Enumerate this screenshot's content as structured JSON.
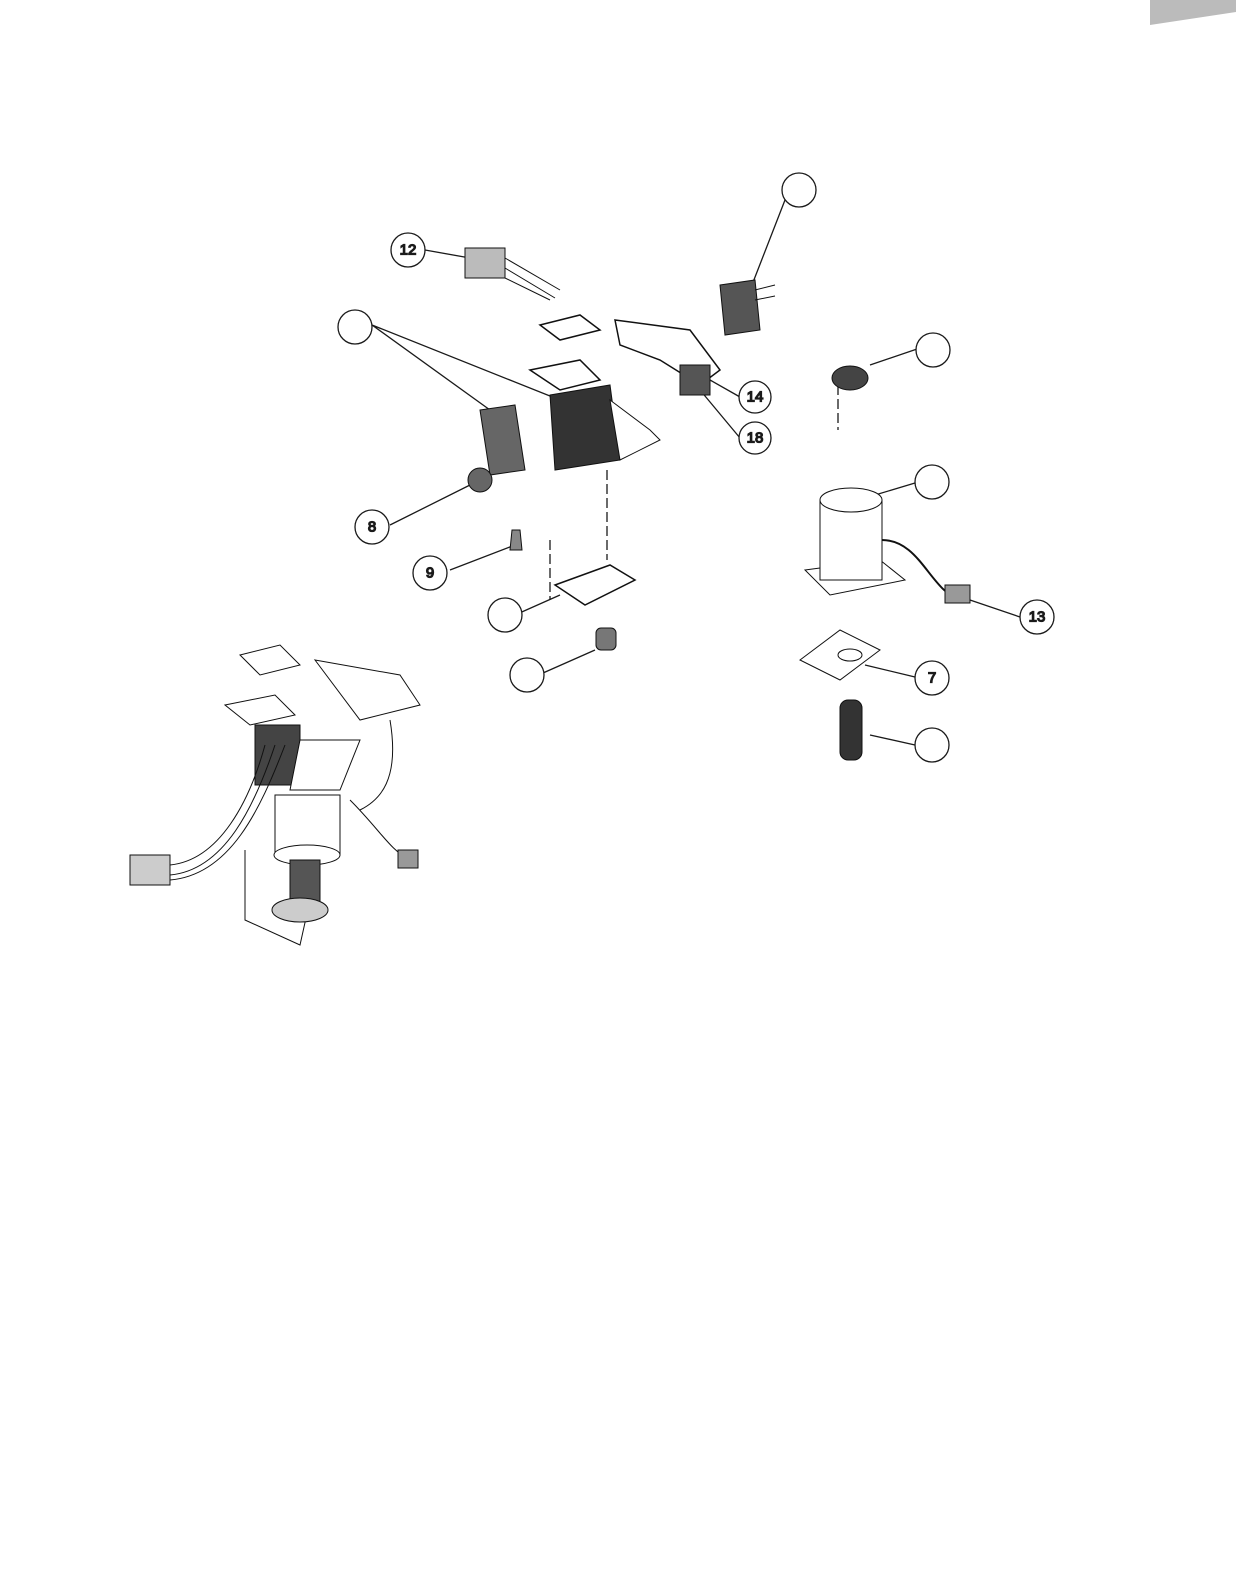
{
  "diagram": {
    "type": "exploded-parts-view",
    "callouts": [
      {
        "id": "c12",
        "label": "12"
      },
      {
        "id": "c14",
        "label": "14"
      },
      {
        "id": "c18",
        "label": "18"
      },
      {
        "id": "c8",
        "label": "8"
      },
      {
        "id": "c9",
        "label": "9"
      },
      {
        "id": "c13",
        "label": "13"
      },
      {
        "id": "c7",
        "label": "7"
      },
      {
        "id": "c_top",
        "label": ""
      },
      {
        "id": "c_left",
        "label": ""
      },
      {
        "id": "c_cap",
        "label": ""
      },
      {
        "id": "c_coil",
        "label": ""
      },
      {
        "id": "c_plate",
        "label": ""
      },
      {
        "id": "c_plunger",
        "label": ""
      },
      {
        "id": "c_spring",
        "label": ""
      }
    ]
  },
  "colors": {
    "ink": "#1a1a1a",
    "shade": "#3a3a3a",
    "paper": "#ffffff"
  }
}
